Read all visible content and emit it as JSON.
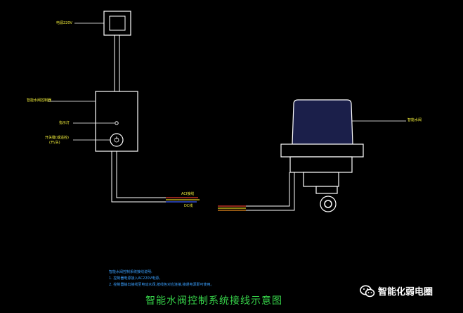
{
  "labels": {
    "power": "电源220V",
    "controller": "智能水阀控制器",
    "indicator": "指示灯",
    "button": "开关键(或遥控)",
    "button_sub": "(开/关)",
    "wire_top": "ACI接线",
    "wire_bottom": "DC线",
    "valve": "智能水阀"
  },
  "notes": [
    "智能水阀控制系统接线说明:",
    "1. 控制器电源接入AC220V电源。",
    "2. 控制器输出接线至电动水阀,按线色对应连接,接通电源即可使用。"
  ],
  "title": "智能水阀控制系统接线示意图",
  "watermark": "智能化弱电圈",
  "colors": {
    "line": "#ffffff",
    "label": "#f2ee3a",
    "note": "#3aa0ff",
    "title": "#37d64a",
    "valve_body": "#1b1f4a",
    "wire_red": "#e23b2e",
    "wire_yellow": "#e7d21c",
    "wire_orange": "#e88a1c",
    "wire_blue": "#3a5cff"
  },
  "icons": [
    "power-socket-icon",
    "indicator-light-icon",
    "power-button-icon",
    "wechat-icon"
  ]
}
